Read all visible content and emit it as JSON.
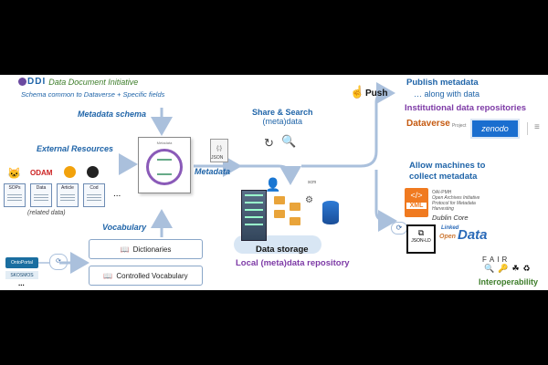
{
  "ddi": {
    "logo_text": "DDI",
    "title": "Data Document Initiative",
    "subtitle": "Schema common to Dataverse + Specific fields"
  },
  "left": {
    "metadata_schema": "Metadata schema",
    "external_resources": "External Resources",
    "odam": "ODAM",
    "docs": [
      "SOPs",
      "Data",
      "Article",
      "Cod"
    ],
    "ellipsis": "...",
    "related_data": "(related data)",
    "vocabulary": "Vocabulary",
    "ontoportal": "OntoPortal",
    "skosmos": "SKOSMOS",
    "more": "..."
  },
  "vocab_boxes": {
    "dictionaries": "Dictionaries",
    "controlled": "Controlled Vocabulary"
  },
  "center": {
    "metadata_label": "Metadata",
    "json_label": "JSON",
    "share_search": "Share & Search",
    "share_search_2": "(meta)data",
    "scm_label": "scm",
    "data_storage": "Data storage",
    "local_repo": "Local (meta)data repository",
    "metadata_doc_title": "Metadata"
  },
  "right": {
    "push": "Push",
    "publish_1": "Publish metadata",
    "publish_2": "… along with data",
    "institutional": "Institutional data repositories",
    "dataverse": "Dataverse",
    "dataverse_project": "Project",
    "zenodo": "zenodo",
    "allow_1": "Allow machines to",
    "allow_2": "collect metadata",
    "xml": "XML",
    "oai_1": "OAI-PMH",
    "oai_2": "Open Archives Initiative",
    "oai_3": "Protocol for Metadata",
    "oai_4": "Harvesting",
    "dublin_core": "Dublin Core",
    "jsonld": "JSON-LD",
    "linked_open_data_1": "Linked",
    "linked_open_data_2": "Open",
    "linked_open_data_3": "Data"
  },
  "fair": {
    "letters": [
      "F",
      "A",
      "I",
      "R"
    ],
    "interoperability": "Interoperability"
  },
  "colors": {
    "arrow": "#aac0dc",
    "blue": "#1f64a8",
    "green": "#3d7d2a",
    "purple": "#7d3aa6"
  }
}
